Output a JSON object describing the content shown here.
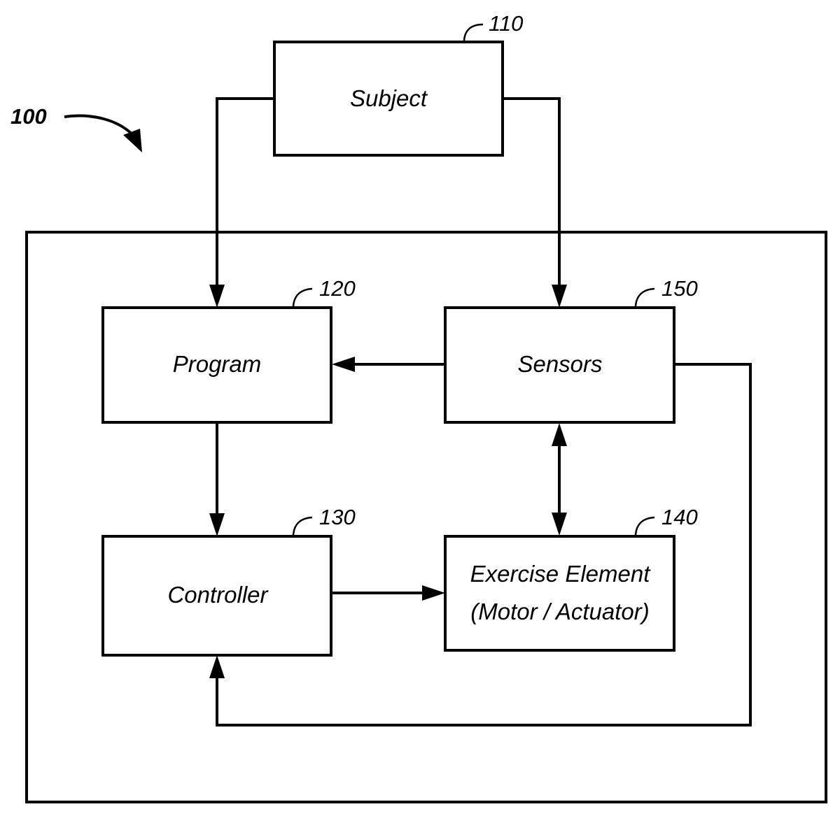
{
  "figure": {
    "reference": "100",
    "colors": {
      "stroke": "#000000",
      "background": "#ffffff"
    }
  },
  "blocks": {
    "subject": {
      "label": "Subject",
      "ref": "110"
    },
    "program": {
      "label": "Program",
      "ref": "120"
    },
    "controller": {
      "label": "Controller",
      "ref": "130"
    },
    "exercise_element": {
      "label_line1": "Exercise Element",
      "label_line2": "(Motor / Actuator)",
      "ref": "140"
    },
    "sensors": {
      "label": "Sensors",
      "ref": "150"
    }
  },
  "connections": [
    {
      "from": "subject",
      "to": "program",
      "direction": "one-way"
    },
    {
      "from": "subject",
      "to": "sensors",
      "direction": "one-way"
    },
    {
      "from": "sensors",
      "to": "program",
      "direction": "one-way"
    },
    {
      "from": "program",
      "to": "controller",
      "direction": "one-way"
    },
    {
      "from": "controller",
      "to": "exercise_element",
      "direction": "one-way"
    },
    {
      "from": "sensors",
      "to": "exercise_element",
      "direction": "two-way"
    },
    {
      "from": "sensors",
      "to": "controller",
      "direction": "one-way"
    }
  ]
}
